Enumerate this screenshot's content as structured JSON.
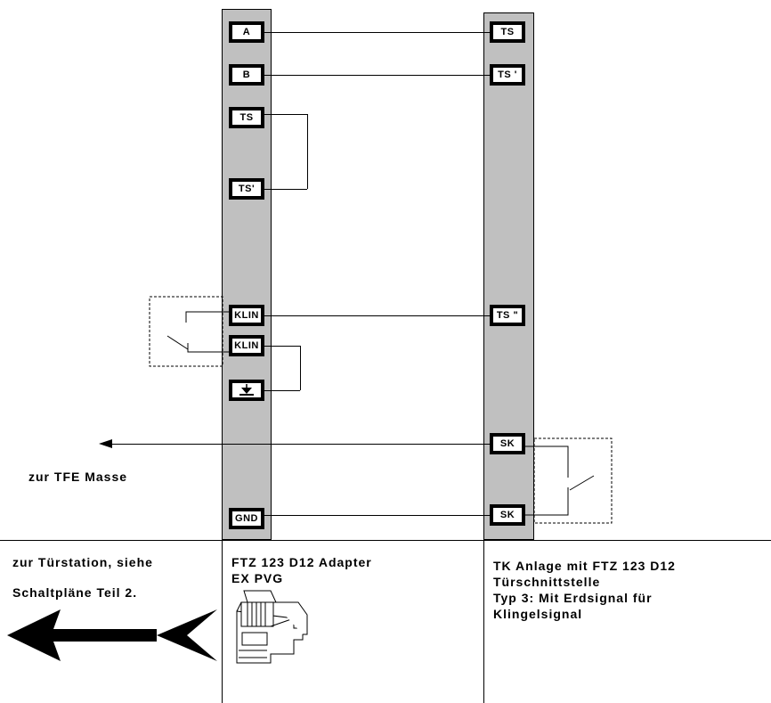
{
  "left_terminals": {
    "a": "A",
    "b": "B",
    "ts": "TS",
    "ts_prime": "TS'",
    "klin1": "KLIN",
    "klin2": "KLIN",
    "gnd": "GND"
  },
  "right_terminals": {
    "ts": "TS",
    "ts_prime": "TS '",
    "ts_double": "TS \"",
    "sk1": "SK",
    "sk2": "SK"
  },
  "labels": {
    "tfe_masse": "zur TFE Masse",
    "door_line1": "zur Türstation, siehe",
    "door_line2": "Schaltpläne Teil 2.",
    "adapter_line1": "FTZ 123 D12 Adapter",
    "adapter_line2": "EX PVG",
    "tk_line1": "TK Anlage mit FTZ 123 D12",
    "tk_line2": "Türschnittstelle",
    "tk_line3": "Typ 3: Mit Erdsignal für",
    "tk_line4": "Klingelsignal"
  },
  "icons": {
    "ground": "ground-symbol-icon",
    "adapter": "din-rail-adapter-icon",
    "big_arrow": "double-arrow-left-icon"
  },
  "colors": {
    "bar_fill": "#c0c0c0",
    "ink": "#000000"
  }
}
